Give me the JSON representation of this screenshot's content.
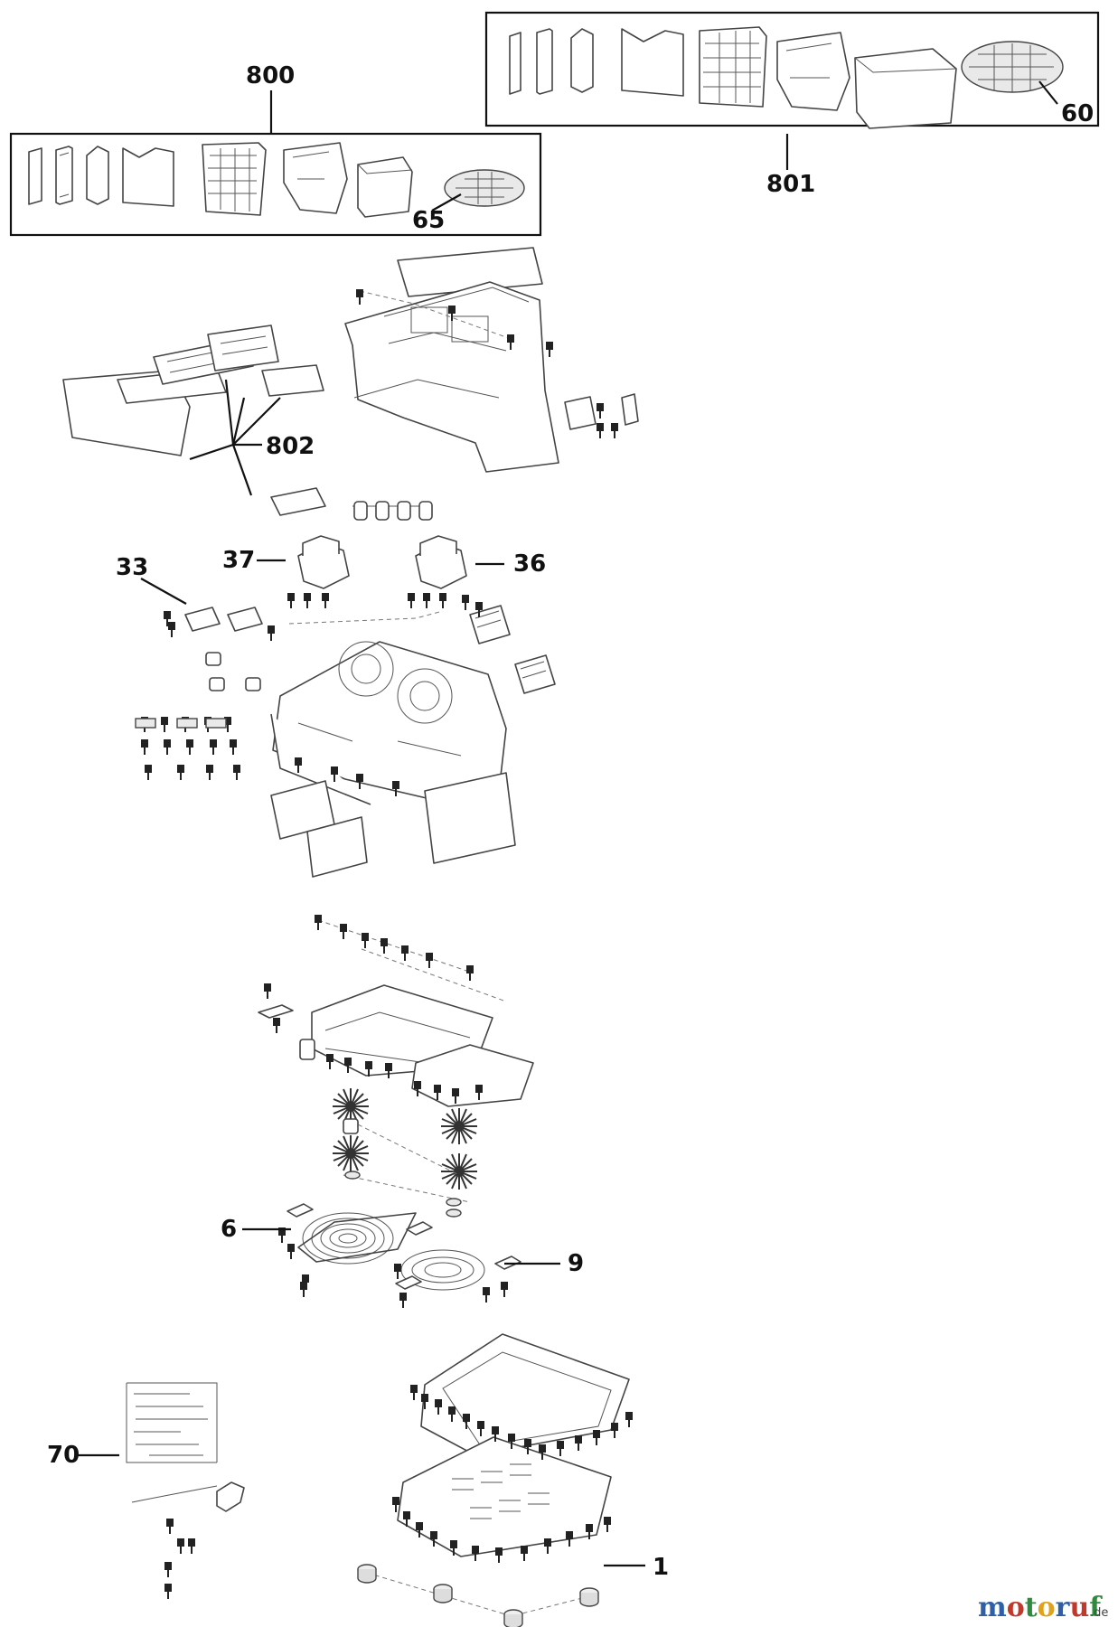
{
  "callouts": {
    "c800": "800",
    "c801": "801",
    "c65": "65",
    "c60": "60",
    "c802": "802",
    "c33": "33",
    "c37": "37",
    "c36": "36",
    "c6": "6",
    "c9": "9",
    "c70": "70",
    "c1": "1"
  },
  "watermark": {
    "letters": [
      "m",
      "o",
      "t",
      "o",
      "r",
      "u",
      "f"
    ],
    "colors": [
      "#2e5fa8",
      "#c0392b",
      "#2e8b3e",
      "#e0a21a",
      "#2e5fa8",
      "#c0392b",
      "#2e8b3e"
    ],
    "suffix": ".de"
  }
}
